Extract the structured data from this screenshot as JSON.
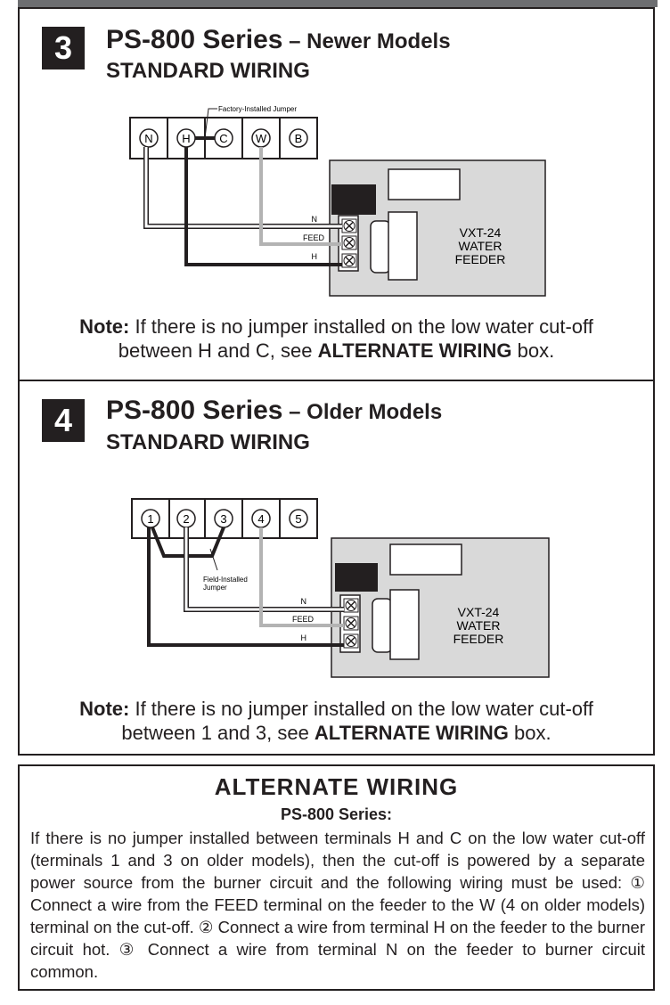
{
  "section3": {
    "number": "3",
    "series": "PS-800 Series",
    "dash": " – ",
    "model": "Newer Models",
    "subtitle": "STANDARD WIRING",
    "jumper_label": "Factory-Installed Jumper",
    "terminals": [
      "N",
      "H",
      "C",
      "W",
      "B"
    ],
    "feeder_terminals": [
      "N",
      "FEED",
      "H"
    ],
    "feeder_label": [
      "VXT-24",
      "WATER",
      "FEEDER"
    ],
    "note_label": "Note:",
    "note_text_1": " If there is no jumper installed on the low water cut-off",
    "note_text_2": "between H and C, see ",
    "note_bold": "ALTERNATE WIRING",
    "note_text_3": " box."
  },
  "section4": {
    "number": "4",
    "series": "PS-800 Series",
    "dash": " – ",
    "model": "Older Models",
    "subtitle": "STANDARD WIRING",
    "jumper_label_1": "Field-Installed",
    "jumper_label_2": "Jumper",
    "terminals": [
      "1",
      "2",
      "3",
      "4",
      "5"
    ],
    "feeder_terminals": [
      "N",
      "FEED",
      "H"
    ],
    "feeder_label": [
      "VXT-24",
      "WATER",
      "FEEDER"
    ],
    "note_label": "Note:",
    "note_text_1": " If there is no jumper installed on the low water cut-off",
    "note_text_2": "between 1 and 3, see ",
    "note_bold": "ALTERNATE WIRING",
    "note_text_3": " box."
  },
  "alternate": {
    "title": "ALTERNATE WIRING",
    "subtitle": "PS-800 Series:",
    "body": "If there is no jumper installed between terminals H and C on the low water cut-off (terminals 1 and 3 on older models), then the cut-off is powered by a separate power source from the burner circuit and the following wiring must be used: ① Connect a wire from the FEED terminal on the feeder to the W (4 on older models) terminal on the cut-off. ② Connect a wire from terminal H on the feeder to the burner circuit hot. ③ Connect a wire from terminal N on the feeder to burner circuit common."
  },
  "colors": {
    "wire_black": "#231f20",
    "wire_gray": "#b3b3b3",
    "feeder_fill": "#d9d9d9"
  }
}
